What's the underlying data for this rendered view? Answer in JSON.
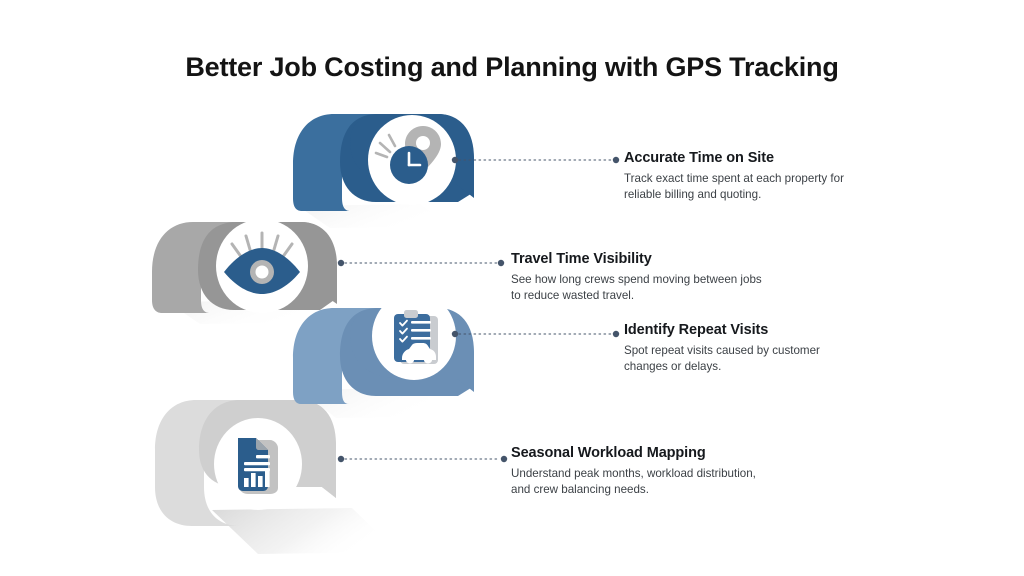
{
  "page": {
    "title": "Better Job Costing and Planning with GPS Tracking",
    "background_color": "#ffffff"
  },
  "palette": {
    "dark_blue": "#2b5d8c",
    "dark_blue_side": "#3b6f9e",
    "gray": "#969696",
    "gray_side": "#a8a8a8",
    "mid_blue": "#6b8fb5",
    "mid_blue_side": "#7ea1c4",
    "light_gray": "#cfcfcf",
    "light_gray_side": "#dcdcdc",
    "text_dark": "#16191d",
    "text_body": "#3c4146",
    "connector": "#44546a",
    "icon_blue": "#2b5d8c",
    "icon_gray": "#b4b4b4"
  },
  "items": [
    {
      "id": "accurate-time-on-site",
      "title": "Accurate Time on Site",
      "description": "Track exact time spent at each property for\nreliable billing and quoting.",
      "icon": "clock-location-pin-icon",
      "color": "#2b5d8c"
    },
    {
      "id": "travel-time-visibility",
      "title": "Travel Time Visibility",
      "description": "See how long crews spend moving between jobs\nto reduce wasted travel.",
      "icon": "eye-visibility-icon",
      "color": "#969696"
    },
    {
      "id": "identify-repeat-visits",
      "title": "Identify Repeat Visits",
      "description": "Spot repeat visits caused by customer\nchanges or delays.",
      "icon": "clipboard-checklist-car-icon",
      "color": "#6b8fb5"
    },
    {
      "id": "seasonal-workload-mapping",
      "title": "Seasonal Workload Mapping",
      "description": "Understand peak months, workload distribution,\nand crew balancing needs.",
      "icon": "report-bar-chart-document-icon",
      "color": "#cfcfcf"
    }
  ]
}
